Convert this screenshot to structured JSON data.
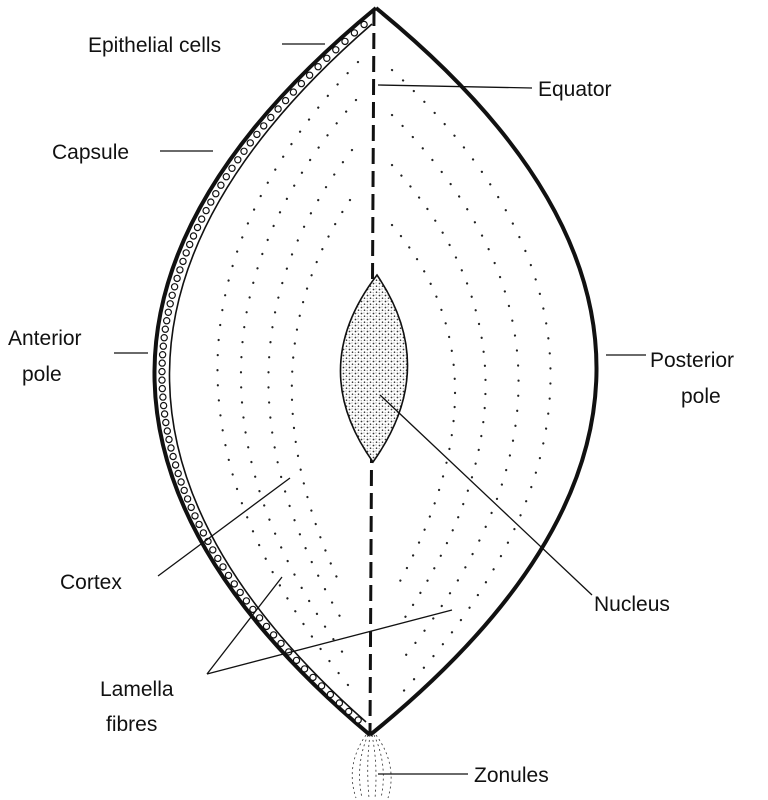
{
  "labels": {
    "epithelial_cells": "Epithelial cells",
    "capsule": "Capsule",
    "anterior_line1": "Anterior",
    "anterior_line2": "pole",
    "equator": "Equator",
    "posterior_line1": "Posterior",
    "posterior_line2": "pole",
    "cortex": "Cortex",
    "nucleus": "Nucleus",
    "lamella_line1": "Lamella",
    "lamella_line2": "fibres",
    "zonules": "Zonules"
  },
  "colors": {
    "ink": "#111111",
    "nucleus_fill": "#8a8a8a",
    "background": "#ffffff"
  }
}
